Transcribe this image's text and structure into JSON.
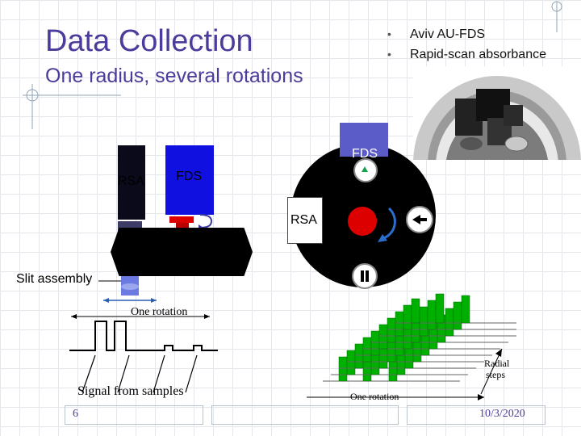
{
  "slide": {
    "title": "Data Collection",
    "subtitle": "One radius, several rotations",
    "bullets": [
      "Aviv AU-FDS",
      "Rapid-scan absorbance"
    ],
    "slide_number": "6",
    "date": "10/3/2020"
  },
  "left_diagram": {
    "rsa_label": "RSA",
    "fds_label": "FDS",
    "slit_label": "Slit assembly"
  },
  "rotor_diagram": {
    "fds_label": "FDS",
    "rsa_label": "RSA"
  },
  "signal_plot": {
    "top_label": "One rotation",
    "caption": "Signal from samples"
  },
  "stack_plot": {
    "x_label": "One rotation",
    "y_label_line1": "Radial",
    "y_label_line2": "steps"
  },
  "colors": {
    "title": "#4b3c9b",
    "fds_blue": "#1010e0",
    "trace_green": "#00b000",
    "red_button": "#dd0000"
  }
}
